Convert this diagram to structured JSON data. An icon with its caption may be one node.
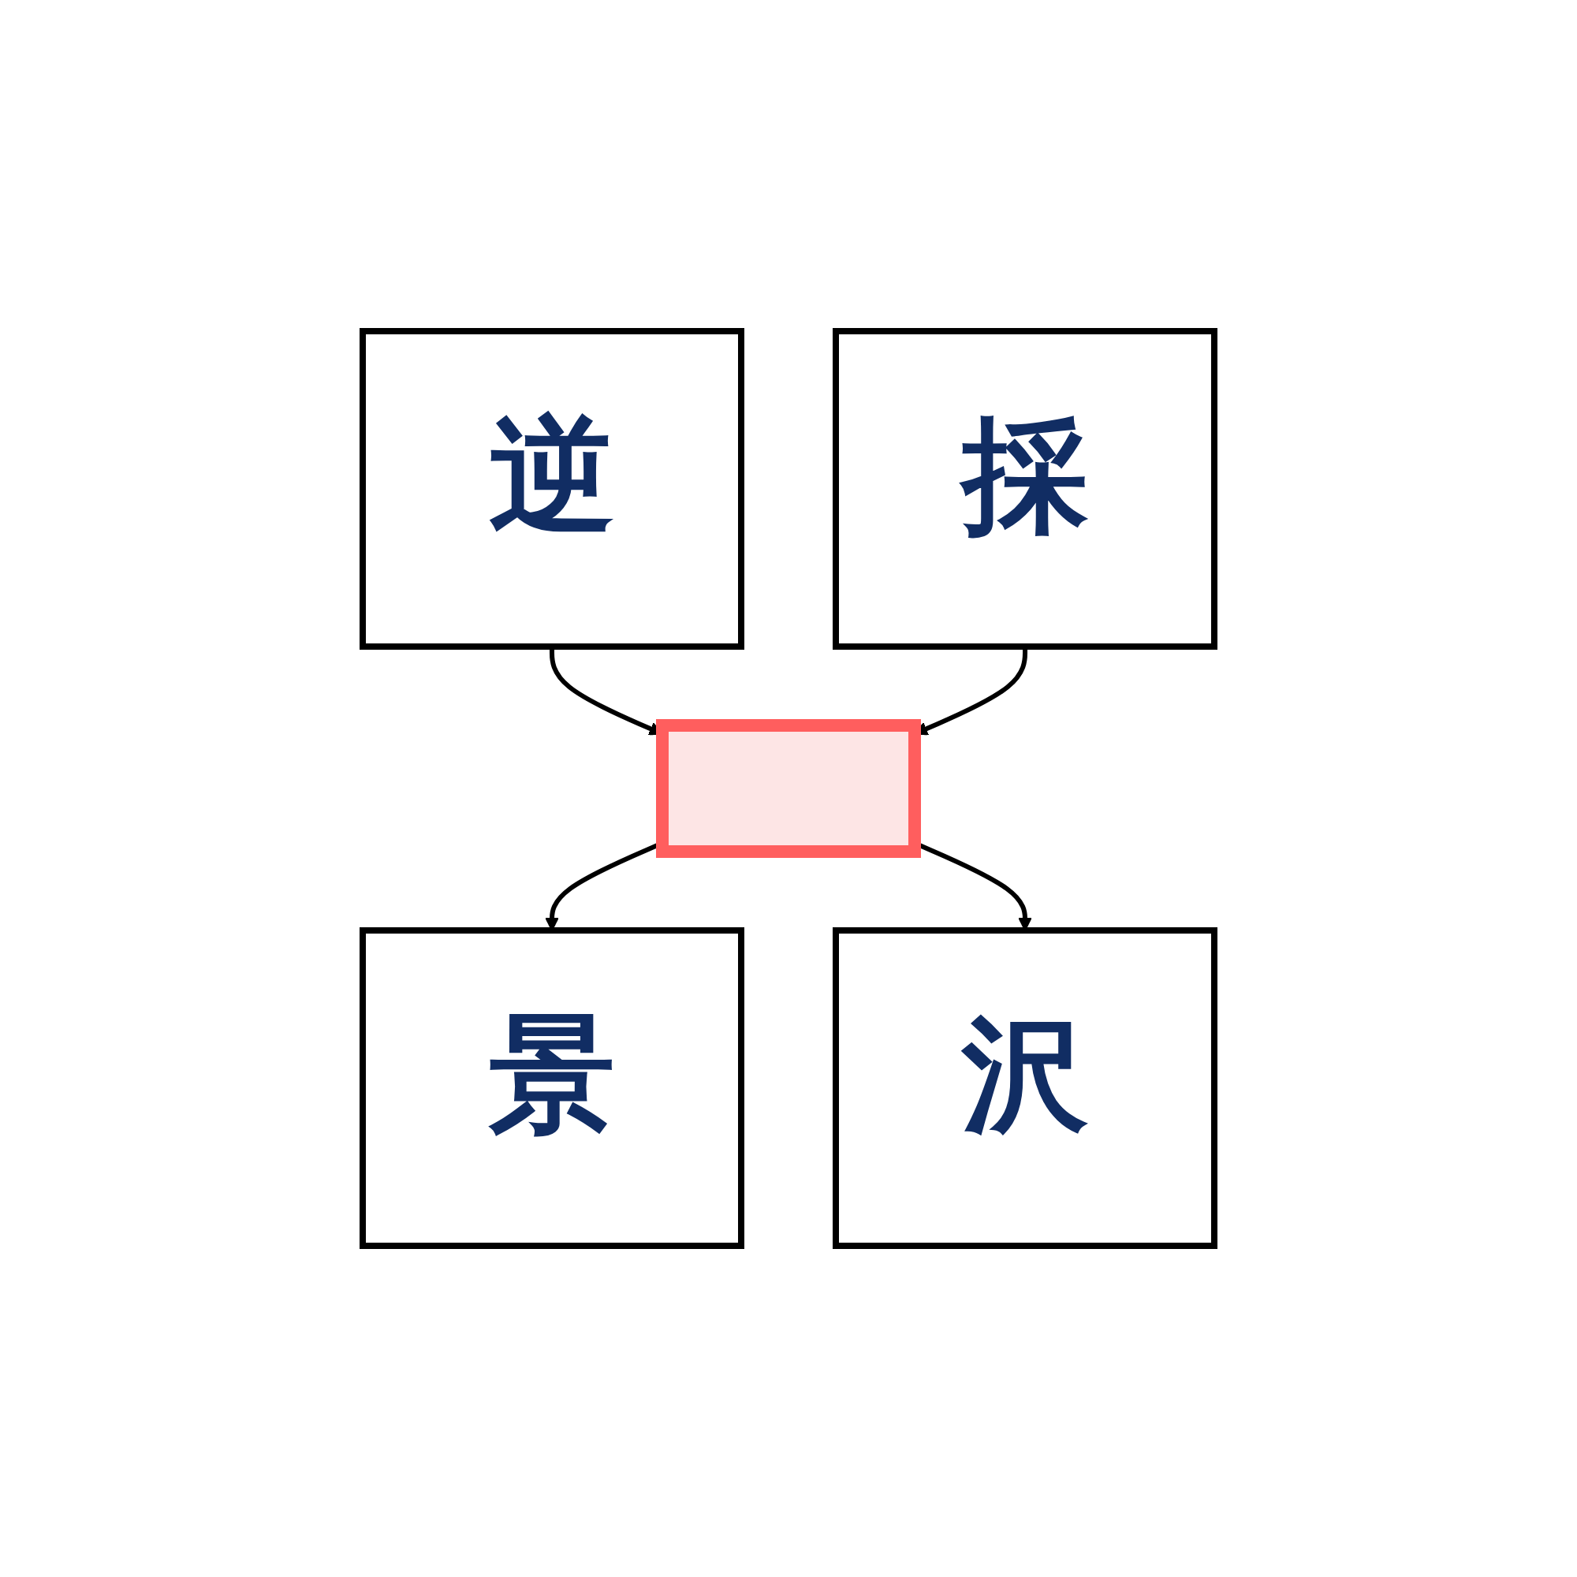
{
  "diagram": {
    "nodes": [
      {
        "text": [
          "逆"
        ]
      },
      {
        "text": [
          "採"
        ]
      },
      {
        "text": [],
        "shape": "box"
      },
      {
        "text": [
          "景"
        ]
      },
      {
        "text": [
          "沢"
        ]
      }
    ],
    "edges": [
      {
        "from": 0,
        "to": 2,
        "arrow": "to"
      },
      {
        "from": 1,
        "to": 2,
        "arrow": "to"
      },
      {
        "from": 2,
        "to": 3,
        "arrow": "to"
      },
      {
        "from": 2,
        "to": 4,
        "arrow": "to"
      }
    ]
  }
}
